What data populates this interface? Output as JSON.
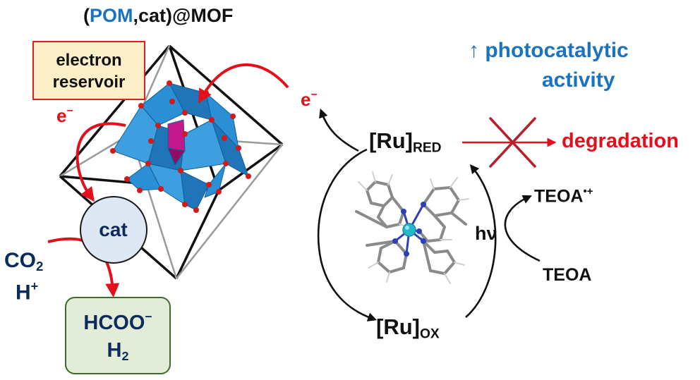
{
  "title": {
    "open": "(",
    "pom": "POM",
    "rest": ",cat)@MOF"
  },
  "reservoir": {
    "line1": "electron",
    "line2": "reservoir"
  },
  "electron_label": "e",
  "electron_minus": "−",
  "catalyst_label": "cat",
  "reactants": {
    "co_base": "CO",
    "co_sub": "2",
    "h_base": "H",
    "h_sup": "+"
  },
  "products": {
    "formate": "HCOO",
    "formate_minus": "−",
    "h2_base": "H",
    "h2_sub": "2"
  },
  "ru_red": {
    "base": "[Ru]",
    "sub": "RED"
  },
  "ru_ox": {
    "base": "[Ru]",
    "sub": "OX"
  },
  "degradation": "degradation",
  "activity": {
    "arrow": "↑",
    "line1": "photocatalytic",
    "line2": "activity"
  },
  "light": "hν",
  "donor": "TEOA",
  "donor_oxidized": {
    "base": "TEOA",
    "sup": "•+"
  },
  "colors": {
    "blue": "#1a73c1",
    "red": "#e3101b",
    "navy": "#0d2a5c",
    "polyhedra": "#2b8fd6",
    "center": "#c2188b"
  }
}
